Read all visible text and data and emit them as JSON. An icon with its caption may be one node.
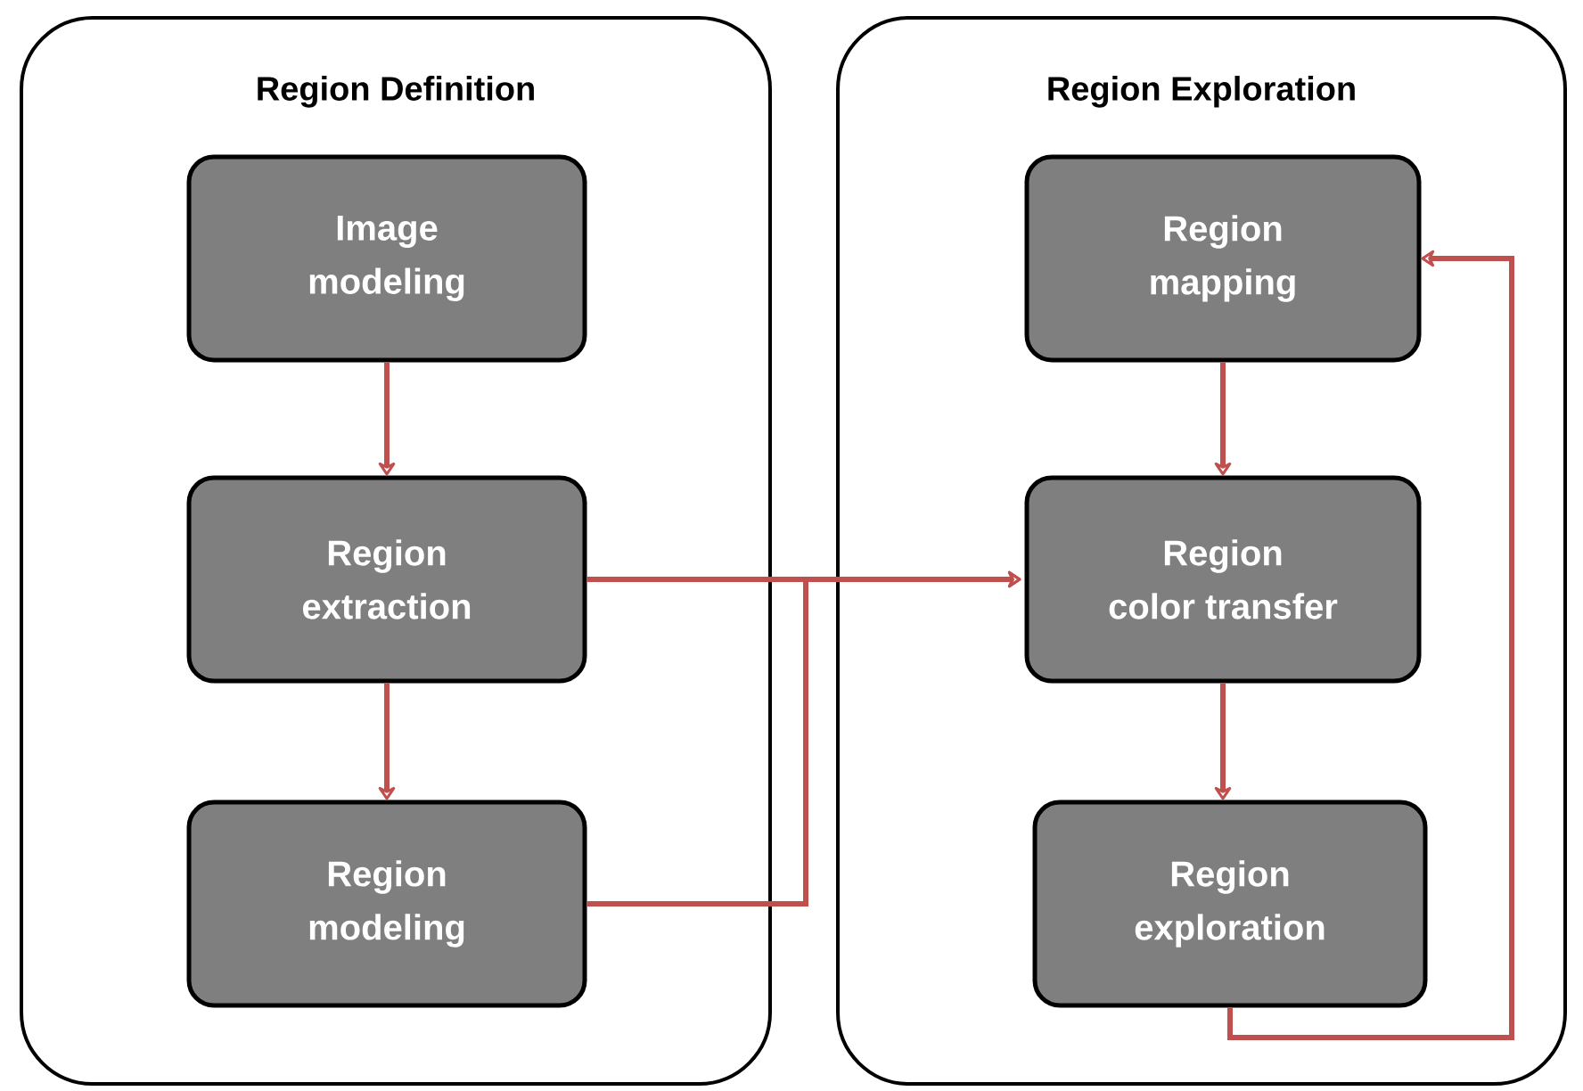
{
  "diagram": {
    "nodes": [
      {
        "text": [
          "Region Definition"
        ]
      },
      {
        "text": [
          "Image modeling"
        ],
        "in": 0
      },
      {
        "text": [
          "Region extraction"
        ],
        "in": 0
      },
      {
        "text": [
          "Region modeling"
        ],
        "in": 0
      },
      {
        "text": [
          "Region Exploration"
        ]
      },
      {
        "text": [
          "Region mapping"
        ],
        "in": 4
      },
      {
        "text": [
          "Region color transfer"
        ],
        "in": 4
      },
      {
        "text": [
          "Region exploration"
        ],
        "in": 4
      }
    ],
    "edges": [
      {
        "from": 1,
        "to": 2,
        "arrow": "to"
      },
      {
        "from": 2,
        "to": 3,
        "arrow": "to"
      },
      {
        "from": 2,
        "to": 6,
        "arrow": "to"
      },
      {
        "from": 3,
        "to": 6,
        "arrow": "to"
      },
      {
        "from": 5,
        "to": 6,
        "arrow": "to"
      },
      {
        "from": 6,
        "to": 7,
        "arrow": "to"
      },
      {
        "from": 7,
        "to": 5,
        "arrow": "to"
      }
    ]
  }
}
